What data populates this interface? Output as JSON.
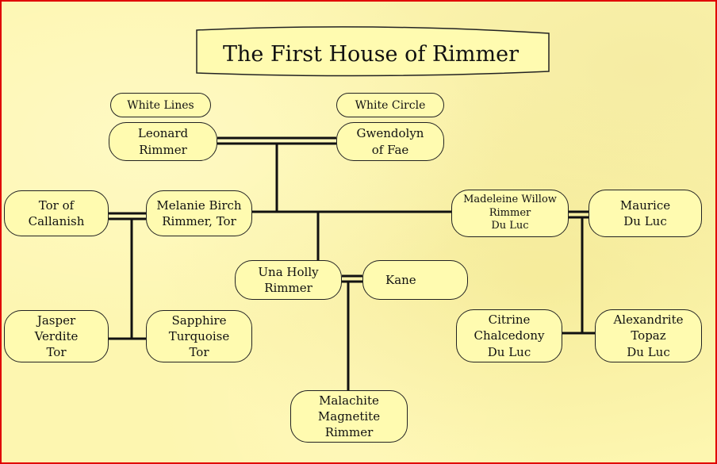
{
  "title": "The First House of Rimmer",
  "labels": {
    "left": "White Lines",
    "right": "White Circle"
  },
  "people": {
    "leonard": "Leonard\nRimmer",
    "gwendolyn": "Gwendolyn\nof Fae",
    "tor_callanish": "Tor of\nCallanish",
    "melanie": "Melanie Birch\nRimmer, Tor",
    "madeleine": "Madeleine Willow\nRimmer\nDu Luc",
    "maurice": "Maurice\nDu Luc",
    "una": "Una Holly\nRimmer",
    "kane": "Kane",
    "jasper": "Jasper\nVerdite\nTor",
    "sapphire": "Sapphire\nTurquoise\nTor",
    "citrine": "Citrine\nChalcedony\nDu Luc",
    "alexandrite": "Alexandrite\nTopaz\nDu Luc",
    "malachite": "Malachite\nMagnetite\nRimmer"
  }
}
